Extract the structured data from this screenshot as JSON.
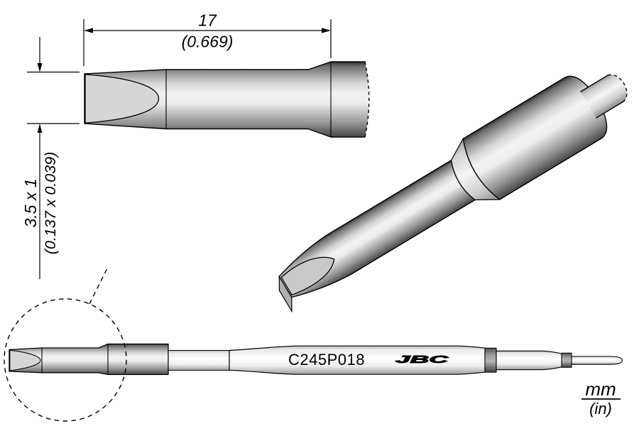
{
  "drawing": {
    "part_number": "C245P018",
    "brand": "JBC",
    "dimensions": {
      "length": {
        "mm": "17",
        "inch": "(0.669)"
      },
      "tip": {
        "mm": "3.5 x 1",
        "inch": "(0.137 x 0.039)"
      }
    },
    "units": {
      "numerator": "mm",
      "denominator": "(in)"
    },
    "colors": {
      "outline": "#000000",
      "metal_highlight": "#f2f2f2",
      "metal_shadow": "#474747",
      "tip_face_fill": "#d6d6d6",
      "handle_fill": "#ffffff",
      "ring_band_fill": "#9e9e9e",
      "background": "#ffffff"
    }
  }
}
